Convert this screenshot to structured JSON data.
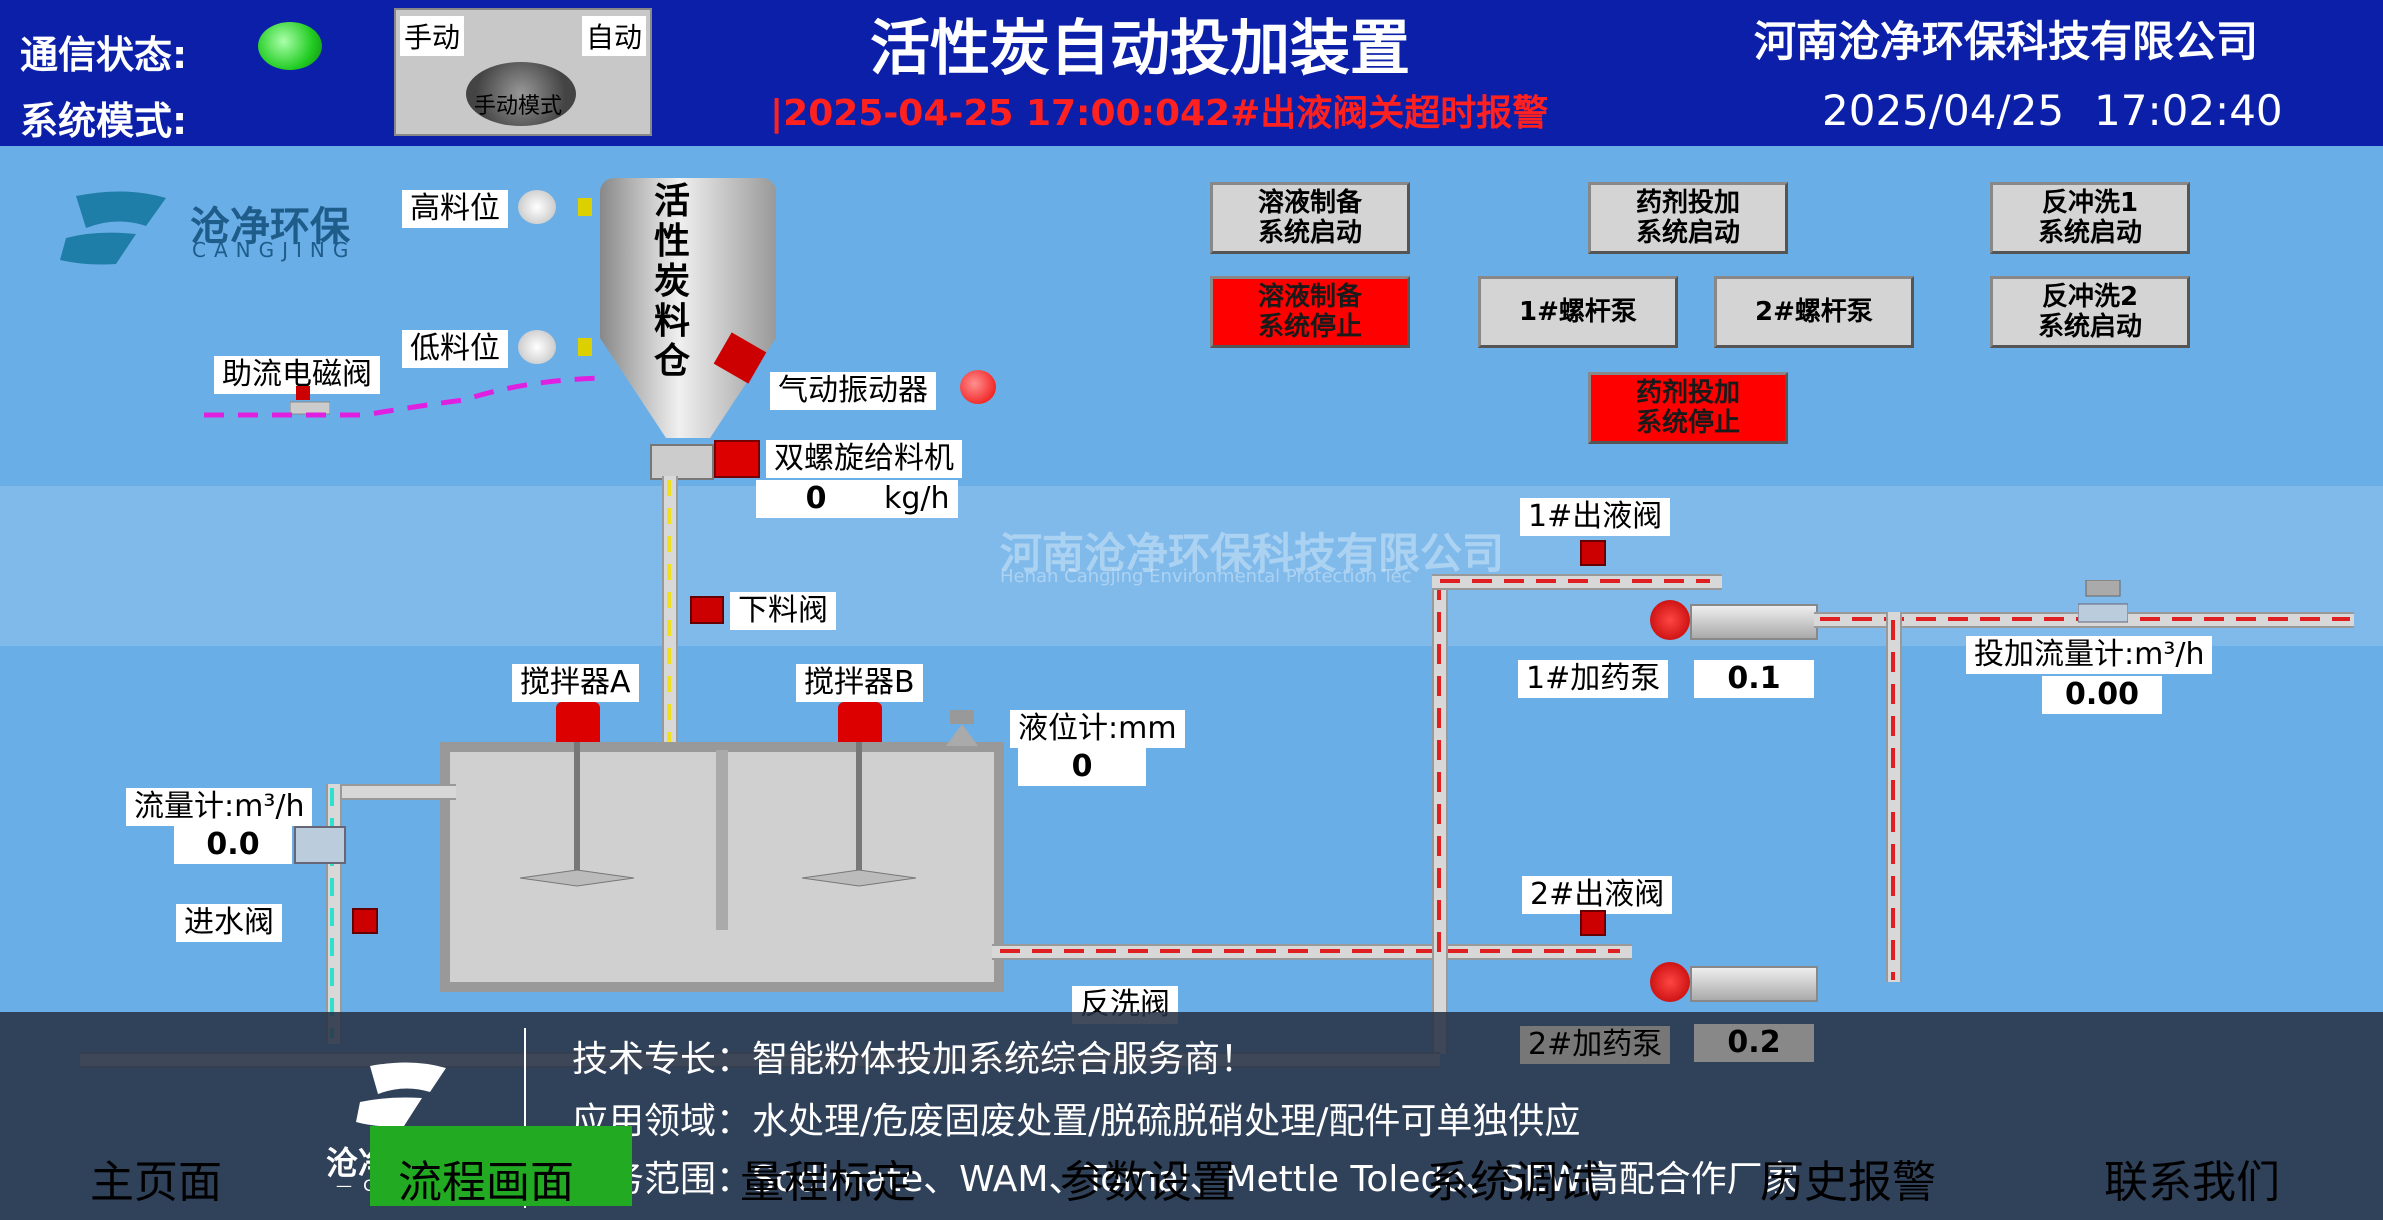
{
  "header": {
    "comm_status_label": "通信状态:",
    "mode_label": "系统模式:",
    "manual_label": "手动",
    "auto_label": "自动",
    "knob_label": "手动模式",
    "title": "活性炭自动投加装置",
    "alarm_ticker": "|2025-04-25 17:00:042#出液阀关超时报警|:",
    "company": "河南沧净环保科技有限公司",
    "date": "2025/04/25",
    "time": "17:02:40",
    "comm_status_color": "#33dd33"
  },
  "logo": {
    "brand": "沧净环保",
    "brand_en": "CANGJING"
  },
  "watermark": {
    "company": "河南沧净环保科技有限公司",
    "company_en": "Henan Cangjing Environmental Protection Tec"
  },
  "process": {
    "hopper_label": "活性炭料仓",
    "high_level": "高料位",
    "low_level": "低料位",
    "assist_valve": "助流电磁阀",
    "air_vibrator": "气动振动器",
    "screw_feeder": "双螺旋给料机",
    "feeder_rate": "0",
    "feeder_unit": "kg/h",
    "discharge_valve": "下料阀",
    "mixer_a": "搅拌器A",
    "mixer_b": "搅拌器B",
    "level_meter_label": "液位计:mm",
    "level_value": "0",
    "flow_meter_label": "流量计:m³/h",
    "flow_value": "0.0",
    "inlet_valve": "进水阀",
    "backwash_valve": "反洗阀",
    "outlet_valve_1": "1#出液阀",
    "outlet_valve_2": "2#出液阀",
    "dosing_pump_1": "1#加药泵",
    "dosing_pump_1_value": "0.1",
    "dosing_pump_2": "2#加药泵",
    "dosing_pump_2_value": "0.2",
    "dosing_flow_label": "投加流量计:m³/h",
    "dosing_flow_value": "0.00"
  },
  "controls": {
    "solution_start": "溶液制备\n系统启动",
    "solution_stop": "溶液制备\n系统停止",
    "dosing_start": "药剂投加\n系统启动",
    "dosing_stop": "药剂投加\n系统停止",
    "screw_pump_1": "1#螺杆泵",
    "screw_pump_2": "2#螺杆泵",
    "backwash_1": "反冲洗1\n系统启动",
    "backwash_2": "反冲洗2\n系统启动"
  },
  "footer": {
    "nav": [
      "主页面",
      "流程画面",
      "量程标定",
      "参数设置",
      "系统调试",
      "历史报警",
      "联系我们"
    ],
    "info_1": "技术专长：智能粉体投加系统综合服务商！",
    "info_2": "应用领域：水处理/危废固废处置/脱硫脱硝处理/配件可单独供应",
    "info_3": "服务范围：Sodimate、WAM、Tomal、Mettle Toledo、SEW高配合作厂家",
    "logo_brand": "沧净环保",
    "logo_en": "— CANGJING"
  }
}
